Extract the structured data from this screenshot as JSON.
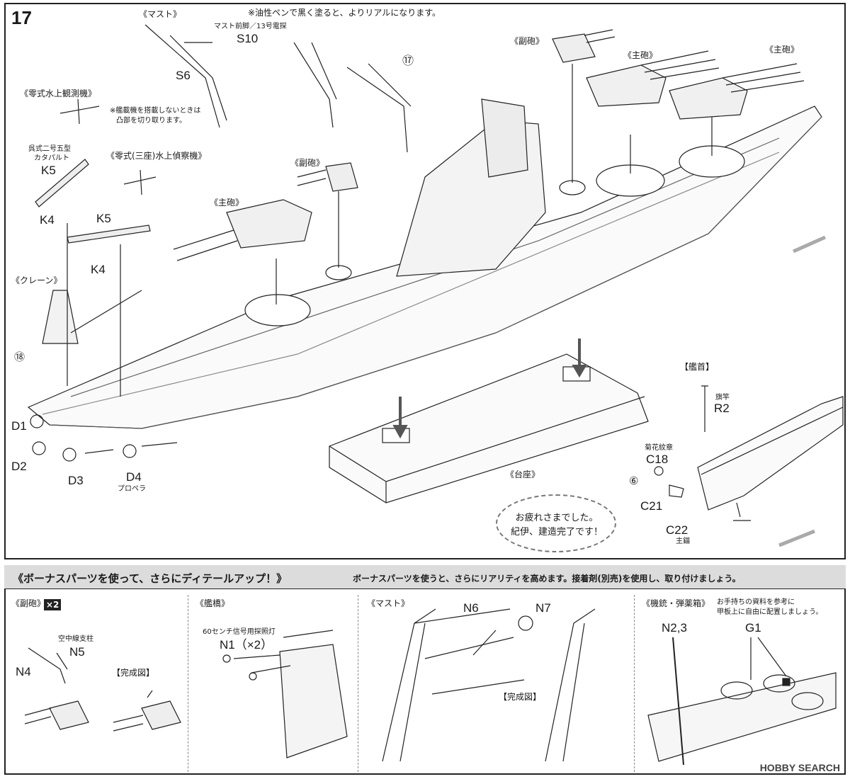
{
  "step": {
    "number": "17"
  },
  "top": {
    "mast_title": "《マスト》",
    "note_oil_pen": "※油性ペンで黒く塗ると、よりリアルになります。",
    "mast_front_leg": "マスト前脚／13号電探",
    "s10": "S10",
    "s6": "S6",
    "zero_observer": "《零式水上観測機》",
    "note_remove": "※艦載機を搭載しないときは",
    "note_remove2": "凸部を切り取ります。",
    "catapult_note1": "呉式二号五型",
    "catapult_note2": "カタパルト",
    "k5_a": "K5",
    "k5_b": "K5",
    "k4_a": "K4",
    "k4_b": "K4",
    "recon_plane": "《零式(三座)水上偵察機》",
    "crane": "《クレーン》",
    "flag_18": "⑱",
    "flag_17": "⑰",
    "secondary_a": "《副砲》",
    "secondary_b": "《副砲》",
    "main_a": "《主砲》",
    "main_b": "《主砲》",
    "main_c": "《主砲》",
    "d1": "D1",
    "d2": "D2",
    "d3": "D3",
    "d4": "D4",
    "propeller": "プロペラ",
    "stand": "《台座》",
    "bow": "【艦首】",
    "flagpole_jp": "旗竿",
    "r2": "R2",
    "chrysanthemum": "菊花紋章",
    "c18": "C18",
    "circ6": "⑥",
    "c21": "C21",
    "c22": "C22",
    "anchor": "主錨",
    "bubble_line1": "お疲れさまでした。",
    "bubble_line2": "紀伊、建造完了です！"
  },
  "bonus": {
    "title": "《ボーナスパーツを使って、さらにディテールアップ！》",
    "desc": "ボーナスパーツを使うと、さらにリアリティを高めます。接着剤(別売)を使用し、取り付けましょう。",
    "secondary": "《副砲》",
    "x2": "×2",
    "support": "空中線支柱",
    "n5": "N5",
    "n4": "N4",
    "complete_a": "【完成図】",
    "bridge": "《艦橋》",
    "searchlight": "60センチ信号用探照灯",
    "n1": "N1（×2）",
    "mast": "《マスト》",
    "n6": "N6",
    "n7": "N7",
    "complete_b": "【完成図】",
    "guns": "《機銃・弾薬箱》",
    "hint1": "お手持ちの資料を参考に",
    "hint2": "甲板上に自由に配置しましょう。",
    "n23": "N2,3",
    "g1": "G1"
  },
  "watermark": "HOBBY SEARCH"
}
